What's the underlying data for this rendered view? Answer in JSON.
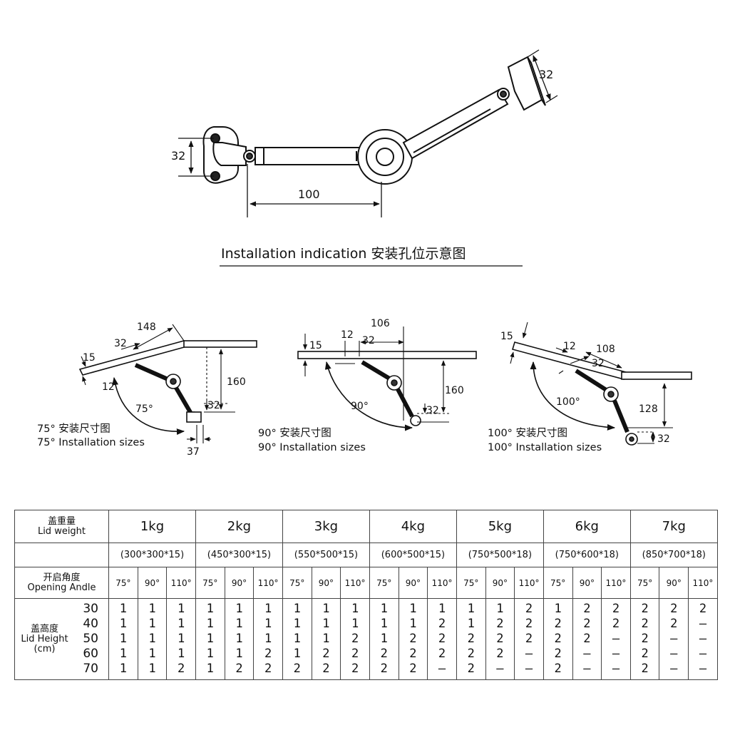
{
  "top_diagram": {
    "dim_left_height": "32",
    "dim_length": "100",
    "dim_right_height": "32"
  },
  "title": {
    "text": "Installation indication 安装孔位示意图"
  },
  "diagram_75": {
    "dims": {
      "d148": "148",
      "d32": "32",
      "d15": "15",
      "d12": "12",
      "d160": "160",
      "d32b": "32",
      "d37": "37",
      "angle": "75°"
    },
    "caption_cn": "75°  安装尺寸图",
    "caption_en": "75°  Installation sizes"
  },
  "diagram_90": {
    "dims": {
      "d106": "106",
      "d12": "12",
      "d32": "32",
      "d15": "15",
      "d160": "160",
      "d32b": "32",
      "angle": "90°"
    },
    "caption_cn": "90°  安装尺寸图",
    "caption_en": "90°  Installation sizes"
  },
  "diagram_100": {
    "dims": {
      "d15": "15",
      "d12": "12",
      "d108": "108",
      "d32": "32",
      "d128": "128",
      "d32b": "32",
      "angle": "100°"
    },
    "caption_cn": "100°  安装尺寸图",
    "caption_en": "100°  Installation sizes"
  },
  "table": {
    "lid_weight_cn": "盖重量",
    "lid_weight_en": "Lid weight",
    "opening_angle_cn": "开启角度",
    "opening_angle_en": "Opening Andle",
    "lid_height_cn": "盖高度",
    "lid_height_en": "Lid Height",
    "lid_height_unit": "(cm)",
    "heights": [
      "30",
      "40",
      "50",
      "60",
      "70"
    ],
    "angles": [
      "75°",
      "90°",
      "110°"
    ],
    "weights": [
      {
        "weight": "1kg",
        "size": "(300*300*15)",
        "cols": [
          [
            "1",
            "1",
            "1",
            "1",
            "1"
          ],
          [
            "1",
            "1",
            "1",
            "1",
            "1"
          ],
          [
            "1",
            "1",
            "1",
            "1",
            "2"
          ]
        ]
      },
      {
        "weight": "2kg",
        "size": "(450*300*15)",
        "cols": [
          [
            "1",
            "1",
            "1",
            "1",
            "1"
          ],
          [
            "1",
            "1",
            "1",
            "1",
            "2"
          ],
          [
            "1",
            "1",
            "1",
            "2",
            "2"
          ]
        ]
      },
      {
        "weight": "3kg",
        "size": "(550*500*15)",
        "cols": [
          [
            "1",
            "1",
            "1",
            "1",
            "2"
          ],
          [
            "1",
            "1",
            "1",
            "2",
            "2"
          ],
          [
            "1",
            "1",
            "2",
            "2",
            "2"
          ]
        ]
      },
      {
        "weight": "4kg",
        "size": "(600*500*15)",
        "cols": [
          [
            "1",
            "1",
            "1",
            "2",
            "2"
          ],
          [
            "1",
            "1",
            "2",
            "2",
            "2"
          ],
          [
            "1",
            "2",
            "2",
            "2",
            "—"
          ]
        ]
      },
      {
        "weight": "5kg",
        "size": "(750*500*18)",
        "cols": [
          [
            "1",
            "1",
            "2",
            "2",
            "2"
          ],
          [
            "1",
            "2",
            "2",
            "2",
            "—"
          ],
          [
            "2",
            "2",
            "2",
            "—",
            "—"
          ]
        ]
      },
      {
        "weight": "6kg",
        "size": "(750*600*18)",
        "cols": [
          [
            "1",
            "2",
            "2",
            "2",
            "2"
          ],
          [
            "2",
            "2",
            "2",
            "—",
            "—"
          ],
          [
            "2",
            "2",
            "—",
            "—",
            "—"
          ]
        ]
      },
      {
        "weight": "7kg",
        "size": "(850*700*18)",
        "cols": [
          [
            "2",
            "2",
            "2",
            "2",
            "2"
          ],
          [
            "2",
            "2",
            "—",
            "—",
            "—"
          ],
          [
            "2",
            "—",
            "—",
            "—",
            "—"
          ]
        ]
      }
    ]
  }
}
